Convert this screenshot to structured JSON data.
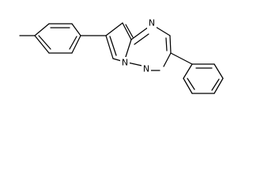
{
  "structure": {
    "atom_labels": {
      "n_top": "N",
      "n_bridge": "N",
      "n_lower": "N"
    }
  }
}
